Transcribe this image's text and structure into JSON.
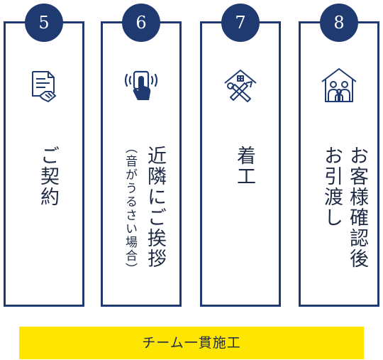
{
  "steps": [
    {
      "number": "5",
      "title": "ご契約",
      "icon": "contract-handshake-icon"
    },
    {
      "number": "6",
      "title": "近隣にご挨拶",
      "subtitle": "（音がうるさい場合）",
      "icon": "touch-button-icon"
    },
    {
      "number": "7",
      "title": "着工",
      "icon": "house-tools-icon"
    },
    {
      "number": "8",
      "title_line1": "お客様確認後",
      "title_line2": "お引渡し",
      "icon": "family-house-icon"
    }
  ],
  "banner": {
    "label": "チーム一貫施工"
  },
  "colors": {
    "navy": "#1f3a70",
    "yellow": "#ffe600"
  }
}
